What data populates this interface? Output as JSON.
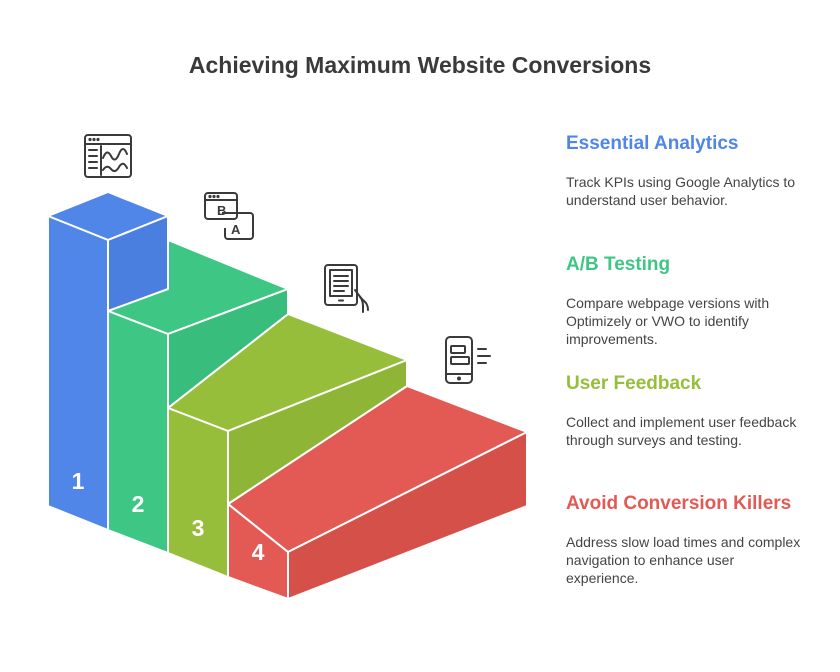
{
  "title": "Achieving Maximum Website Conversions",
  "colors": {
    "step1": "#4f86e8",
    "step2": "#3ec784",
    "step3": "#97be3b",
    "step4": "#e35a54",
    "text": "#3a3a3a"
  },
  "steps": [
    {
      "number": "1",
      "icon": "analytics-dashboard-icon",
      "title": "Essential Analytics",
      "description": "Track KPIs using Google Analytics to understand user behavior."
    },
    {
      "number": "2",
      "icon": "ab-test-icon",
      "title": "A/B Testing",
      "description": "Compare webpage versions with Optimizely or VWO to identify improvements."
    },
    {
      "number": "3",
      "icon": "tablet-feedback-icon",
      "title": "User Feedback",
      "description": "Collect and implement user feedback through surveys and testing."
    },
    {
      "number": "4",
      "icon": "mobile-speed-icon",
      "title": "Avoid Conversion Killers",
      "description": "Address slow load times and complex navigation to enhance user experience."
    }
  ]
}
